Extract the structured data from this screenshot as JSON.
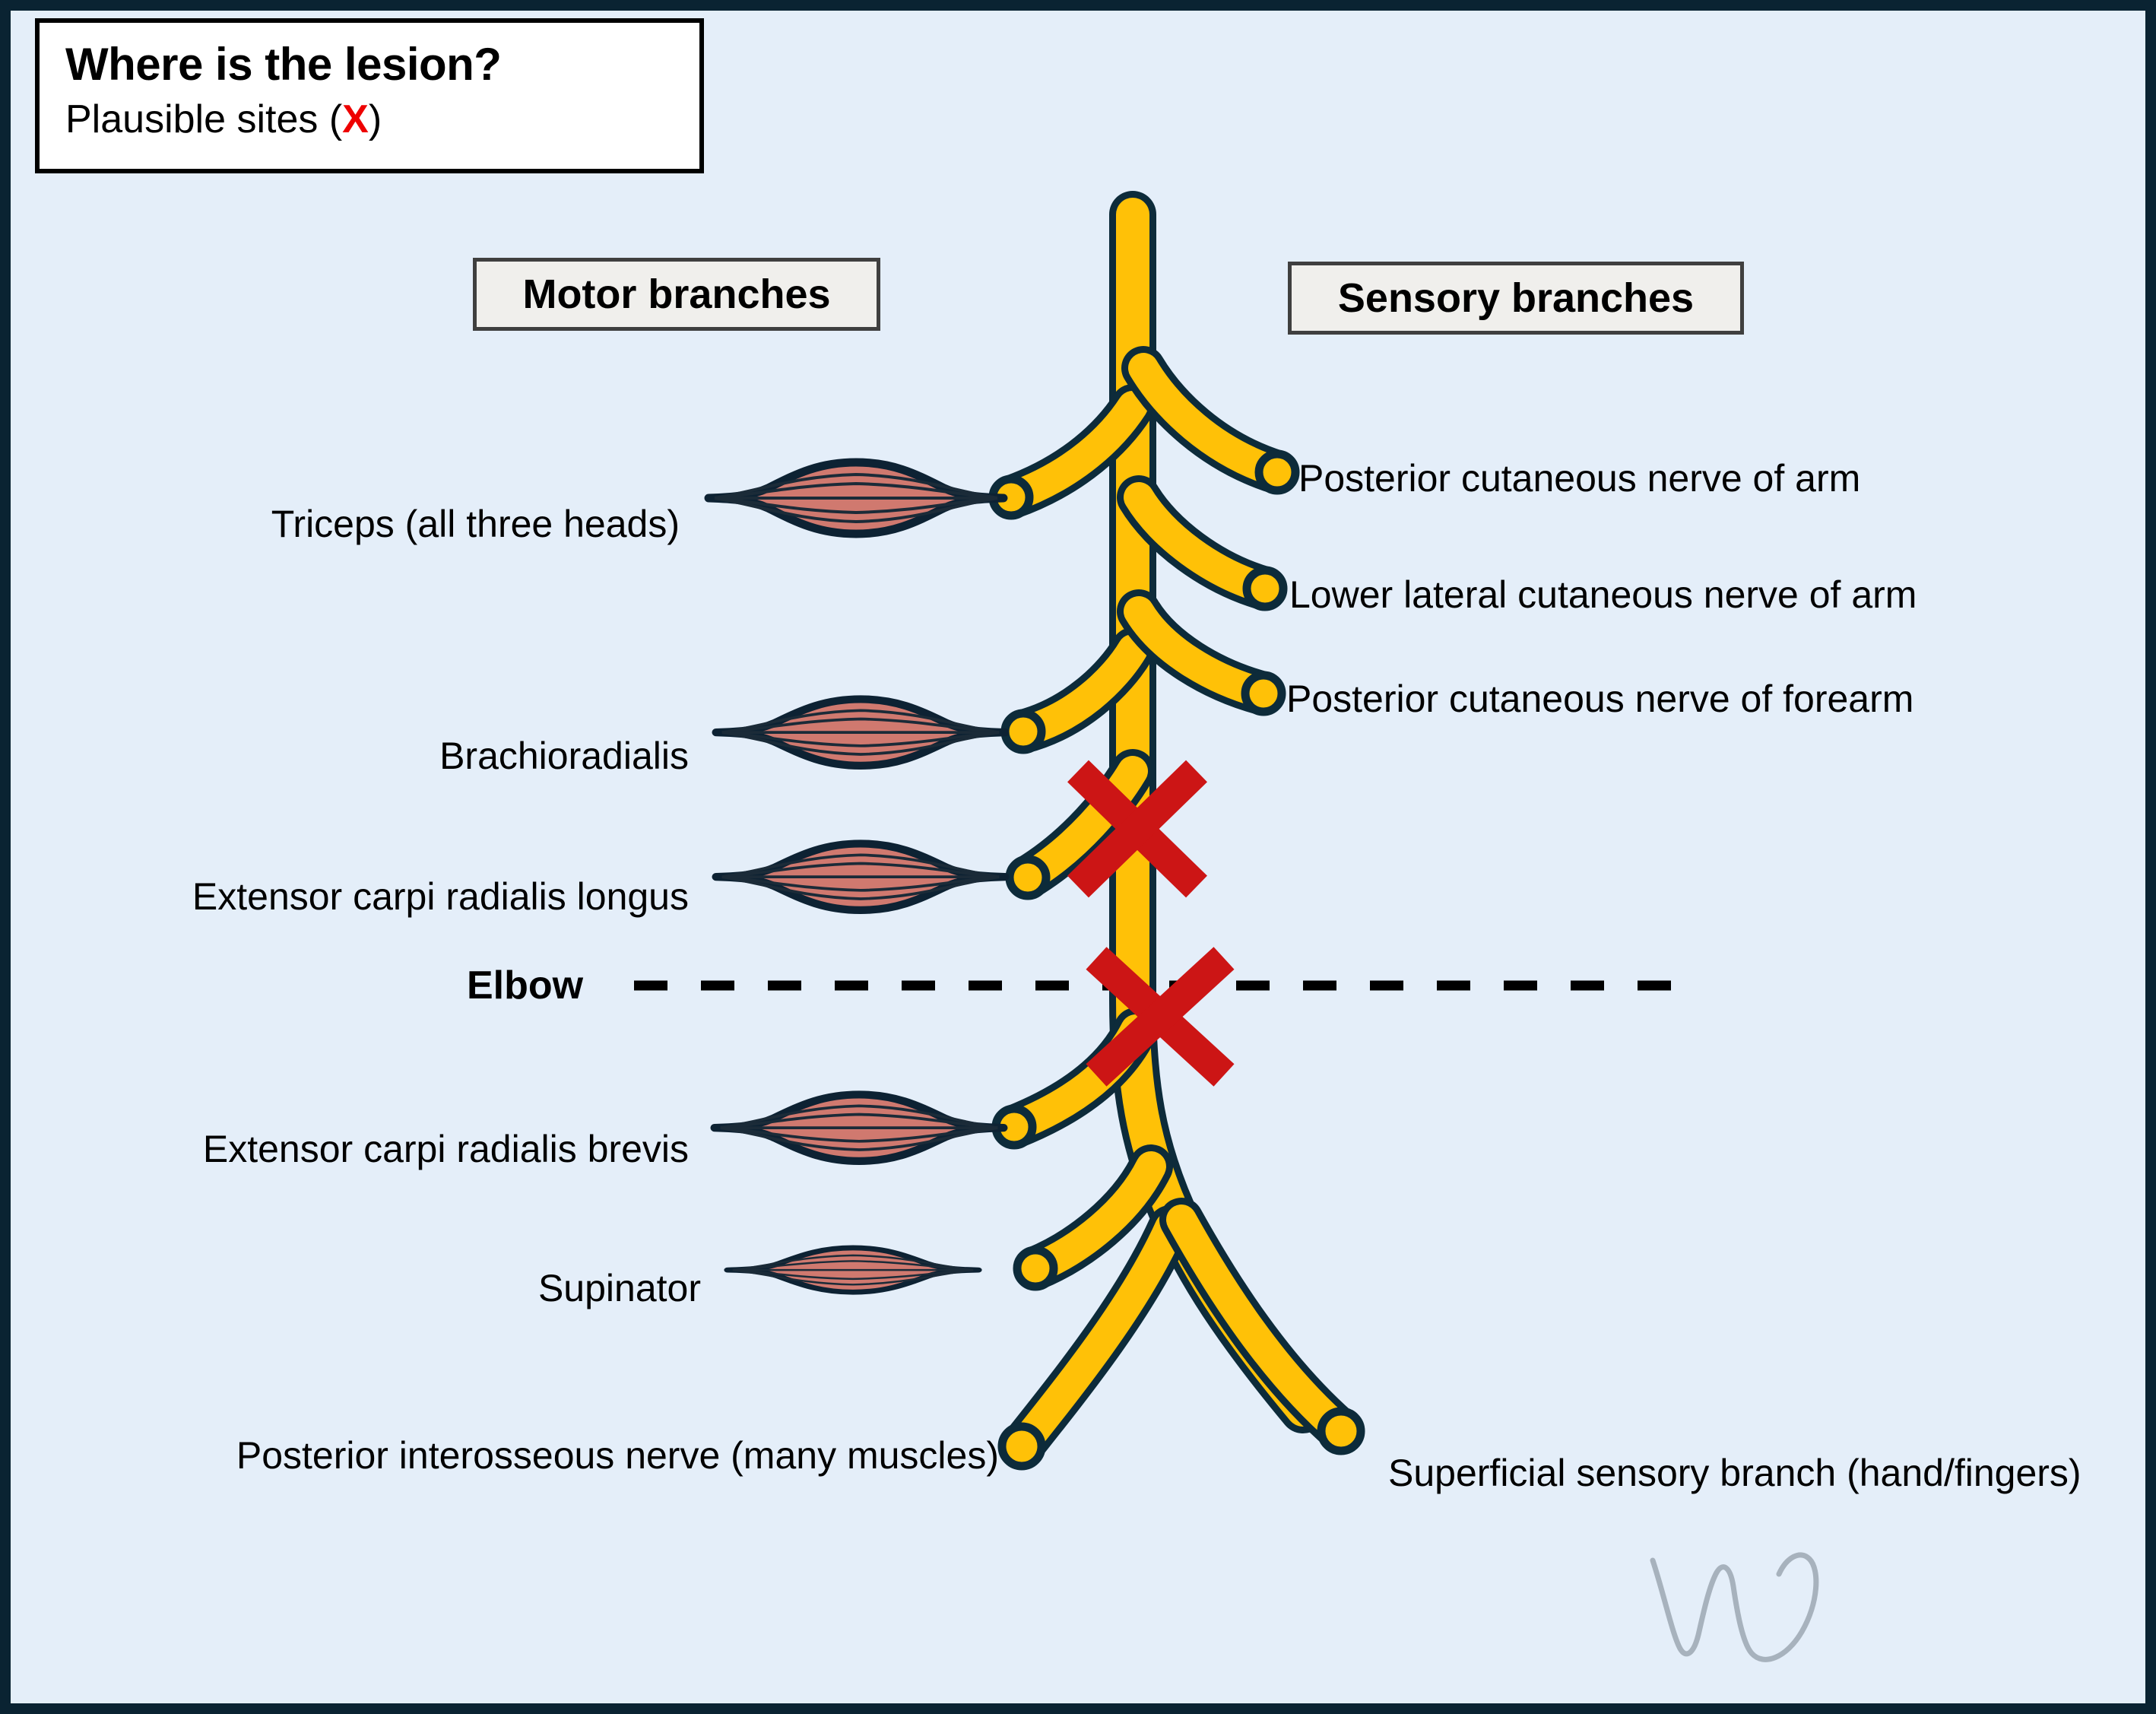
{
  "title": {
    "heading": "Where is the lesion?",
    "subtitle_prefix": "Plausible sites (",
    "subtitle_mark": "X",
    "subtitle_suffix": ")"
  },
  "headers": {
    "motor": "Motor branches",
    "sensory": "Sensory branches"
  },
  "landmark": {
    "elbow_label": "Elbow"
  },
  "motor_branches": [
    {
      "label": "Triceps (all three heads)"
    },
    {
      "label": "Brachioradialis"
    },
    {
      "label": "Extensor carpi radialis longus"
    },
    {
      "label": "Extensor carpi radialis brevis"
    },
    {
      "label": "Supinator"
    },
    {
      "label": "Posterior interosseous nerve (many muscles)"
    }
  ],
  "sensory_branches": [
    {
      "label": "Posterior cutaneous nerve of arm"
    },
    {
      "label": "Lower lateral cutaneous nerve of arm"
    },
    {
      "label": "Posterior cutaneous nerve of forearm"
    },
    {
      "label": "Superficial sensory branch (hand/fingers)"
    }
  ],
  "lesion_markers": [
    {
      "name": "lesion-x-upper",
      "position": "above-elbow-radial-groove"
    },
    {
      "name": "lesion-x-elbow",
      "position": "at-elbow-bifurcation"
    }
  ],
  "colors": {
    "background": "#e4eef9",
    "frame": "#0a2332",
    "nerve_fill": "#ffc107",
    "nerve_outline": "#0d2b3a",
    "muscle_fill": "#d0796f",
    "muscle_outline": "#0d2233",
    "lesion_red": "#cc1515",
    "title_mark_red": "#ee0000",
    "chip_fill": "#f0efec",
    "chip_border": "#3f3f3f",
    "signature": "#a7b2bd"
  }
}
